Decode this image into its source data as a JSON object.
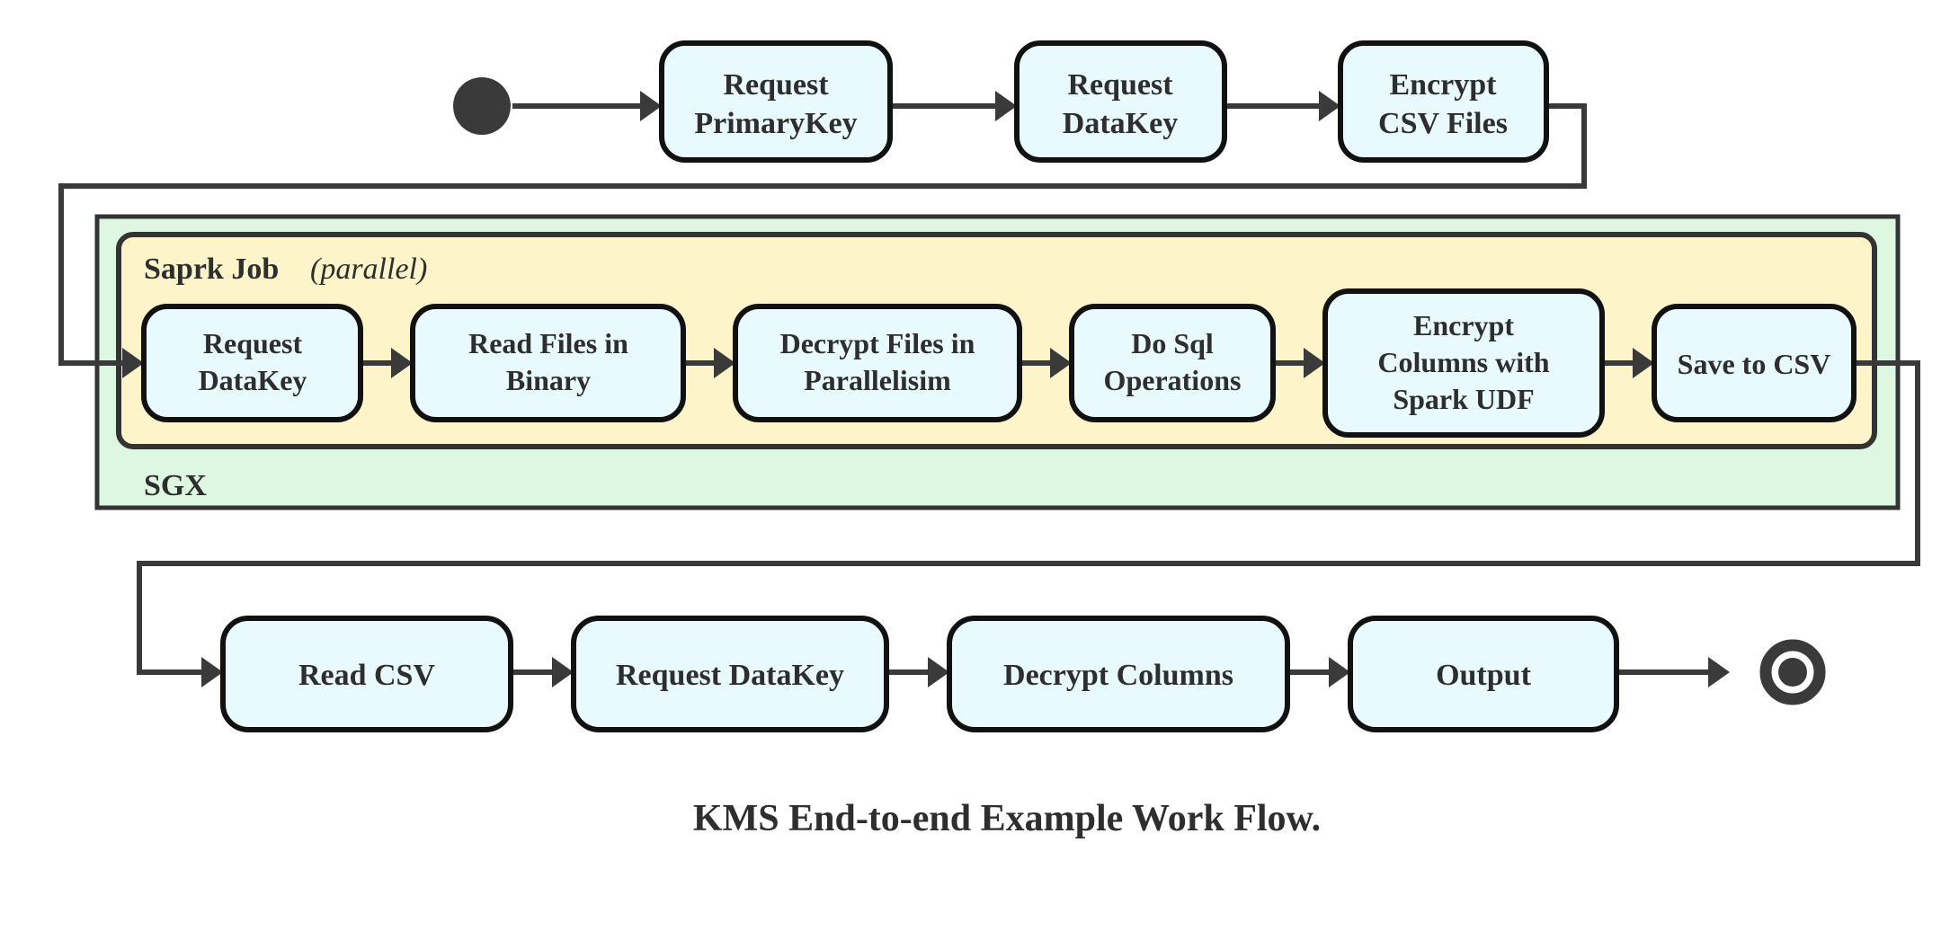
{
  "diagram": {
    "title": "KMS End-to-end Example Work Flow.",
    "type": "uml-activity-diagram",
    "colors": {
      "node_fill": "#e8fafd",
      "node_stroke": "#111111",
      "edge": "#3a3a3a",
      "sgx_group_fill": "#ddf7e0",
      "spark_group_fill": "#fdf5c9",
      "group_stroke": "#333333",
      "text": "#2e2e2e",
      "background": "#ffffff"
    },
    "groups": {
      "sgx": {
        "label": "SGX"
      },
      "spark": {
        "label": "Saprk Job",
        "modifier": "(parallel)",
        "modifier_text": "parallel"
      }
    },
    "nodes": {
      "start": {
        "name": "start-node",
        "shape": "filled-circle"
      },
      "end": {
        "name": "end-node",
        "shape": "bullseye"
      },
      "row_top": [
        {
          "id": "request-primarykey",
          "lines": [
            "Request",
            "PrimaryKey"
          ]
        },
        {
          "id": "request-datakey-top",
          "lines": [
            "Request",
            "DataKey"
          ]
        },
        {
          "id": "encrypt-csv-files",
          "lines": [
            "Encrypt",
            "CSV Files"
          ]
        }
      ],
      "row_spark": [
        {
          "id": "request-datakey-spark",
          "lines": [
            "Request",
            "DataKey"
          ]
        },
        {
          "id": "read-files-in-binary",
          "lines": [
            "Read Files in",
            "Binary"
          ]
        },
        {
          "id": "decrypt-files-in-parallelisim",
          "lines": [
            "Decrypt Files in",
            "Parallelisim"
          ]
        },
        {
          "id": "do-sql-operations",
          "lines": [
            "Do Sql",
            "Operations"
          ]
        },
        {
          "id": "encrypt-columns-with-spark-udf",
          "lines": [
            "Encrypt",
            "Columns with",
            "Spark UDF"
          ]
        },
        {
          "id": "save-to-csv",
          "lines": [
            "Save to CSV"
          ]
        }
      ],
      "row_bottom": [
        {
          "id": "read-csv",
          "lines": [
            "Read CSV"
          ]
        },
        {
          "id": "request-datakey-bottom",
          "lines": [
            "Request DataKey"
          ]
        },
        {
          "id": "decrypt-columns",
          "lines": [
            "Decrypt Columns"
          ]
        },
        {
          "id": "output",
          "lines": [
            "Output"
          ]
        }
      ]
    },
    "flow_sequence": [
      "start",
      "Request PrimaryKey",
      "Request DataKey",
      "Encrypt CSV Files",
      "Request DataKey",
      "Read Files in Binary",
      "Decrypt Files in Parallelisim",
      "Do Sql Operations",
      "Encrypt Columns with Spark UDF",
      "Save to CSV",
      "Read CSV",
      "Request DataKey",
      "Decrypt Columns",
      "Output",
      "end"
    ]
  }
}
